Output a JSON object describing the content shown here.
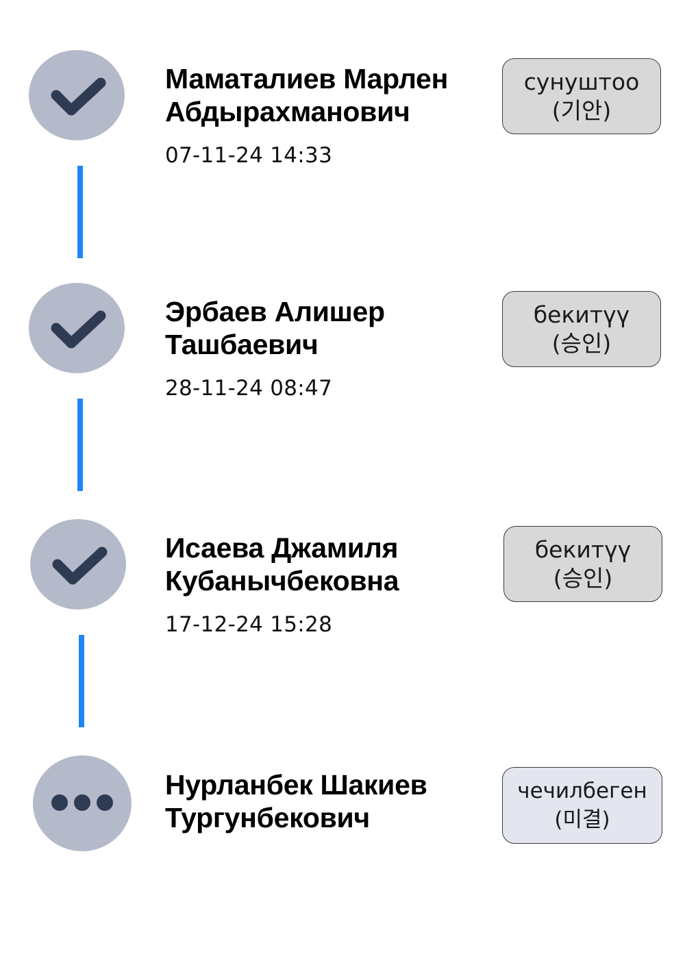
{
  "approval_steps": [
    {
      "status": "done",
      "icon": "checkmark-icon",
      "name": "Маматалиев Марлен\nАбдырахманович",
      "date": "07-11-24 14:33",
      "badge_line1": "сунуштоо",
      "badge_line2": "(기안)"
    },
    {
      "status": "done",
      "icon": "checkmark-icon",
      "name": "Эрбаев Алишер\nТашбаевич",
      "date": "28-11-24 08:47",
      "badge_line1": "бекитүү",
      "badge_line2": "(승인)"
    },
    {
      "status": "done",
      "icon": "checkmark-icon",
      "name": "Исаева Джамиля\nКубанычбековна",
      "date": "17-12-24 15:28",
      "badge_line1": "бекитүү",
      "badge_line2": "(승인)"
    },
    {
      "status": "pending",
      "icon": "ellipsis-icon",
      "name": "Нурланбек Шакиев\nТургунбекович",
      "date": "",
      "badge_line1": "чечилбеген",
      "badge_line2": "(미결)"
    }
  ],
  "colors": {
    "icon_circle": "#b4bac9",
    "icon_glyph": "#2f3a53",
    "connector": "#1e86f5",
    "badge_done": "#d8d8d8",
    "badge_pending": "#e3e6ee"
  }
}
